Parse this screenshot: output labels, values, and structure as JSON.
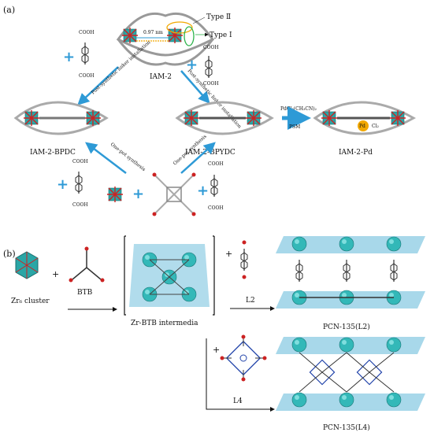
{
  "panel_a": {
    "label": "(a)",
    "type_ii": "Type Ⅱ",
    "type_i": "Type Ⅰ",
    "distance": "0.97 nm",
    "cooh": "COOH",
    "iam2": "IAM-2",
    "arrow_left": "Post-synthetic linker installation",
    "arrow_right": "Post-synthetic linker installation",
    "iam2_bpdc": "IAM-2-BPDC",
    "iam2_bpydc": "IAM-2-BPYDC",
    "pd_reagent": "PdCl₂(CH₃CN)₂",
    "psm": "PSM",
    "iam2_pd": "IAM-2-Pd",
    "pd": "Pd",
    "cl2": "Cl₂",
    "onepot_left": "One-pot synthesis",
    "onepot_right": "One-pot synthesis"
  },
  "panel_b": {
    "label": "(b)",
    "cluster": "Zr₆ cluster",
    "btb": "BTB",
    "intermedia": "Zr-BTB intermedia",
    "l2": "L2",
    "pcn_l2": "PCN-135(L2)",
    "l4": "L4",
    "pcn_l4": "PCN-135(L4)",
    "plus": "+"
  },
  "colors": {
    "cluster": "#2aa6a6",
    "carboxyl": "#cc2222",
    "arrow": "#2e9ad6",
    "plane": "#a8d8ea",
    "highlight_yellow": "#f2a800",
    "highlight_green": "#2db34a"
  }
}
